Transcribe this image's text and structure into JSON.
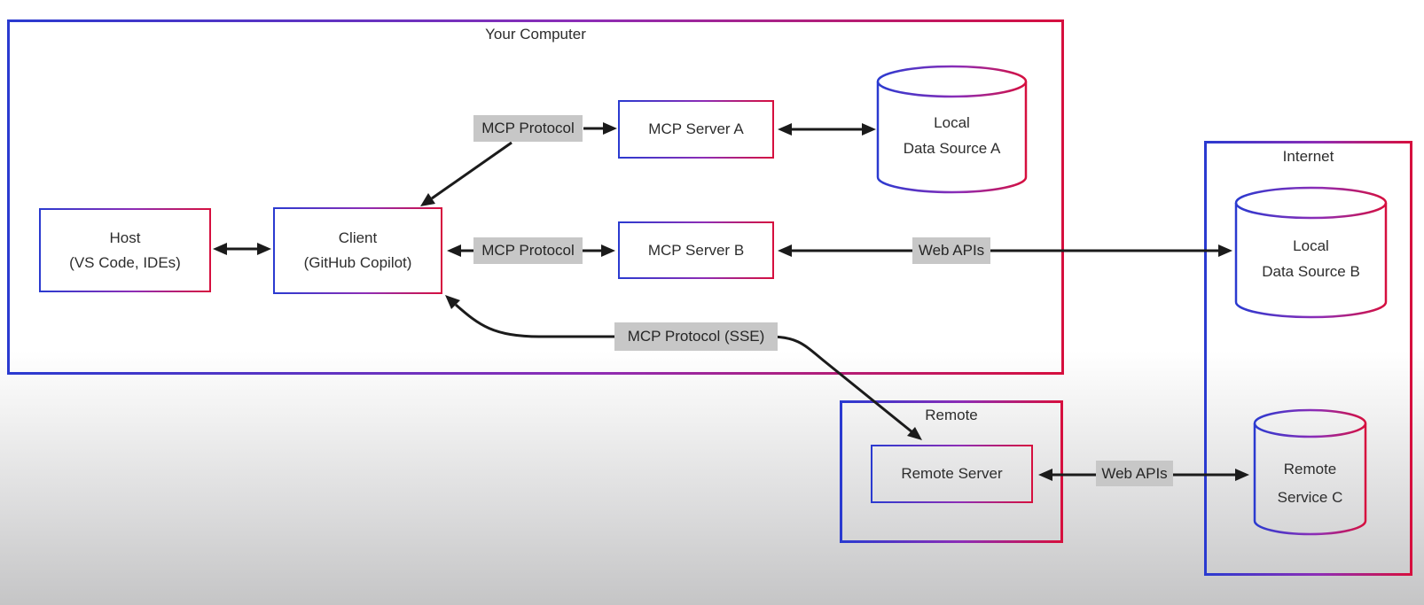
{
  "groups": {
    "your_computer": {
      "label": "Your Computer"
    },
    "internet": {
      "label": "Internet"
    },
    "remote": {
      "label": "Remote"
    }
  },
  "nodes": {
    "host": {
      "line1": "Host",
      "line2": "(VS Code, IDEs)"
    },
    "client": {
      "line1": "Client",
      "line2": "(GitHub Copilot)"
    },
    "mcp_server_a": {
      "label": "MCP Server A"
    },
    "mcp_server_b": {
      "label": "MCP Server B"
    },
    "remote_server": {
      "label": "Remote Server"
    },
    "local_data_source_a": {
      "line1": "Local",
      "line2": "Data Source A"
    },
    "local_data_source_b": {
      "line1": "Local",
      "line2": "Data Source B"
    },
    "remote_service_c": {
      "line1": "Remote",
      "line2": "Service C"
    }
  },
  "edge_labels": {
    "mcp_protocol_a": "MCP Protocol",
    "mcp_protocol_b": "MCP Protocol",
    "mcp_protocol_sse": "MCP Protocol (SSE)",
    "web_apis_b": "Web APIs",
    "web_apis_c": "Web APIs"
  },
  "colors": {
    "border_gradient_start": "#2a3ad0",
    "border_gradient_mid": "#8d2db6",
    "border_gradient_end": "#d60f3e",
    "arrow": "#1b1b1b",
    "label_background": "#c7c7c7",
    "text": "#2d2d2d"
  }
}
